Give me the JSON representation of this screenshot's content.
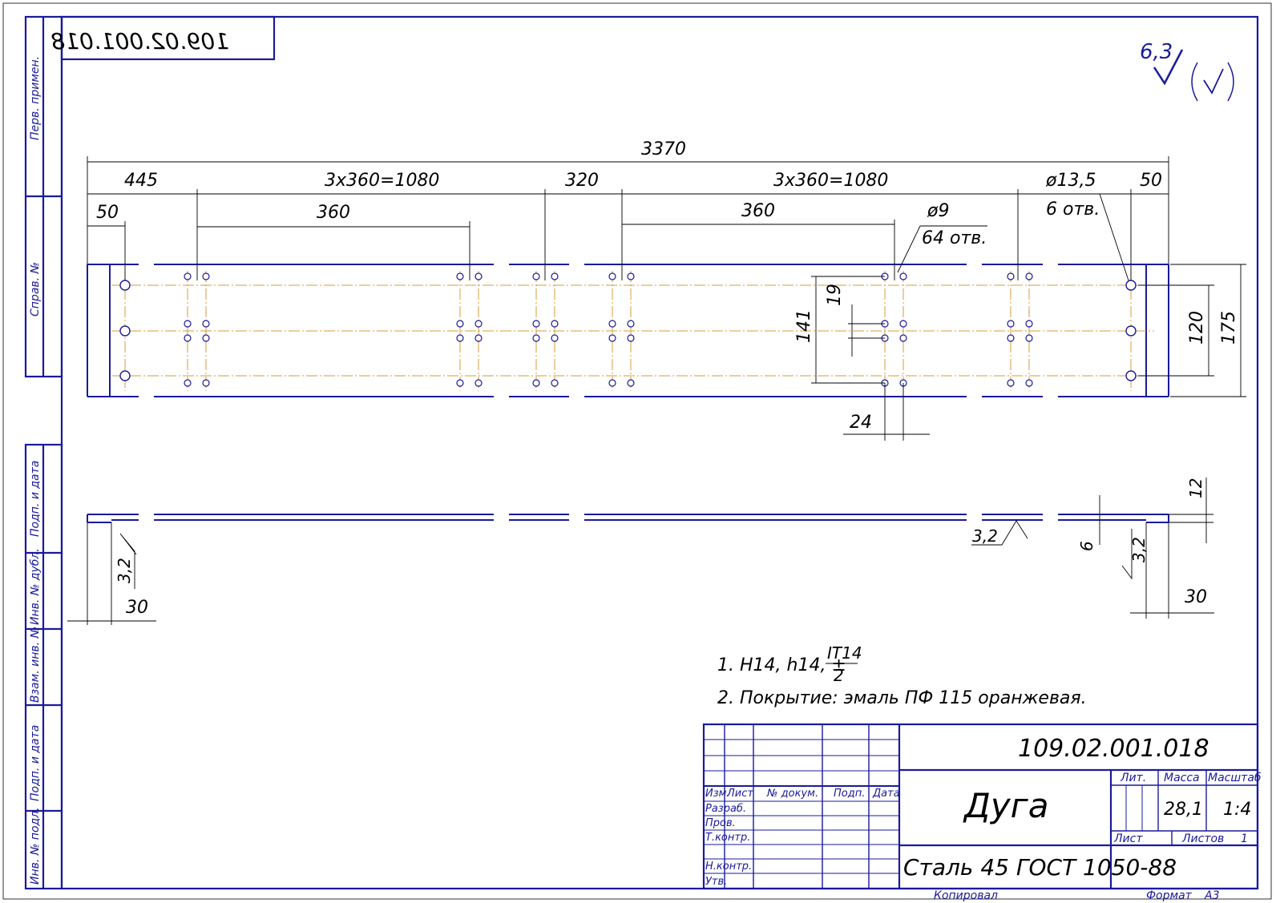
{
  "drawing": {
    "designation": "109.02.001.018",
    "designation_mirrored": "109.02.001.018",
    "part_name": "Дуга",
    "material": "Сталь 45 ГОСТ 1050-88",
    "mass": "28,1",
    "scale": "1:4",
    "sheets_label": "Листов",
    "sheets_count": "1",
    "format_label": "Формат",
    "format_value": "A3",
    "copied_label": "Копировал"
  },
  "title_block": {
    "header": {
      "izm": "Изм.",
      "list": "Лист",
      "doc": "№ докум.",
      "sign": "Подп.",
      "date": "Дата"
    },
    "roles": {
      "razrab": "Разраб.",
      "prov": "Пров.",
      "tkontr": "Т.контр.",
      "nkontr": "Н.контр.",
      "utv": "Утв."
    },
    "lit_label": "Лит.",
    "mass_label": "Масса",
    "scale_label": "Масштаб",
    "list_label": "Лист"
  },
  "side_stamps": {
    "perv_primen": "Перв. примен.",
    "sprav_no": "Справ. №",
    "podp_data_1": "Подп. и дата",
    "inv_dubl": "Инв. № дубл.",
    "vzam_inv": "Взам. инв. №",
    "podp_data_2": "Подп. и дата",
    "inv_podl": "Инв. № подл."
  },
  "roughness": {
    "value": "6,3"
  },
  "dimensions": {
    "overall": "3370",
    "d445": "445",
    "d3x360a": "3x360=1080",
    "d320": "320",
    "d3x360b": "3x360=1080",
    "d50_left": "50",
    "d50_right": "50",
    "d360a": "360",
    "d360b": "360",
    "phi9": "ø9",
    "holes64": "64 отв.",
    "phi135": "ø13,5",
    "holes6": "6 отв.",
    "d141": "141",
    "d19": "19",
    "d24": "24",
    "d120": "120",
    "d175": "175",
    "d12": "12",
    "d6": "6",
    "d30_left": "30",
    "d30_right": "30",
    "r32_left": "3,2",
    "r32_mid": "3,2",
    "r32_right": "3,2"
  },
  "notes": {
    "n1_prefix": "1. H14, h14, ±",
    "n1_num": "IT14",
    "n1_den": "2",
    "n2": "2. Покрытие: эмаль ПФ 115 оранжевая."
  }
}
